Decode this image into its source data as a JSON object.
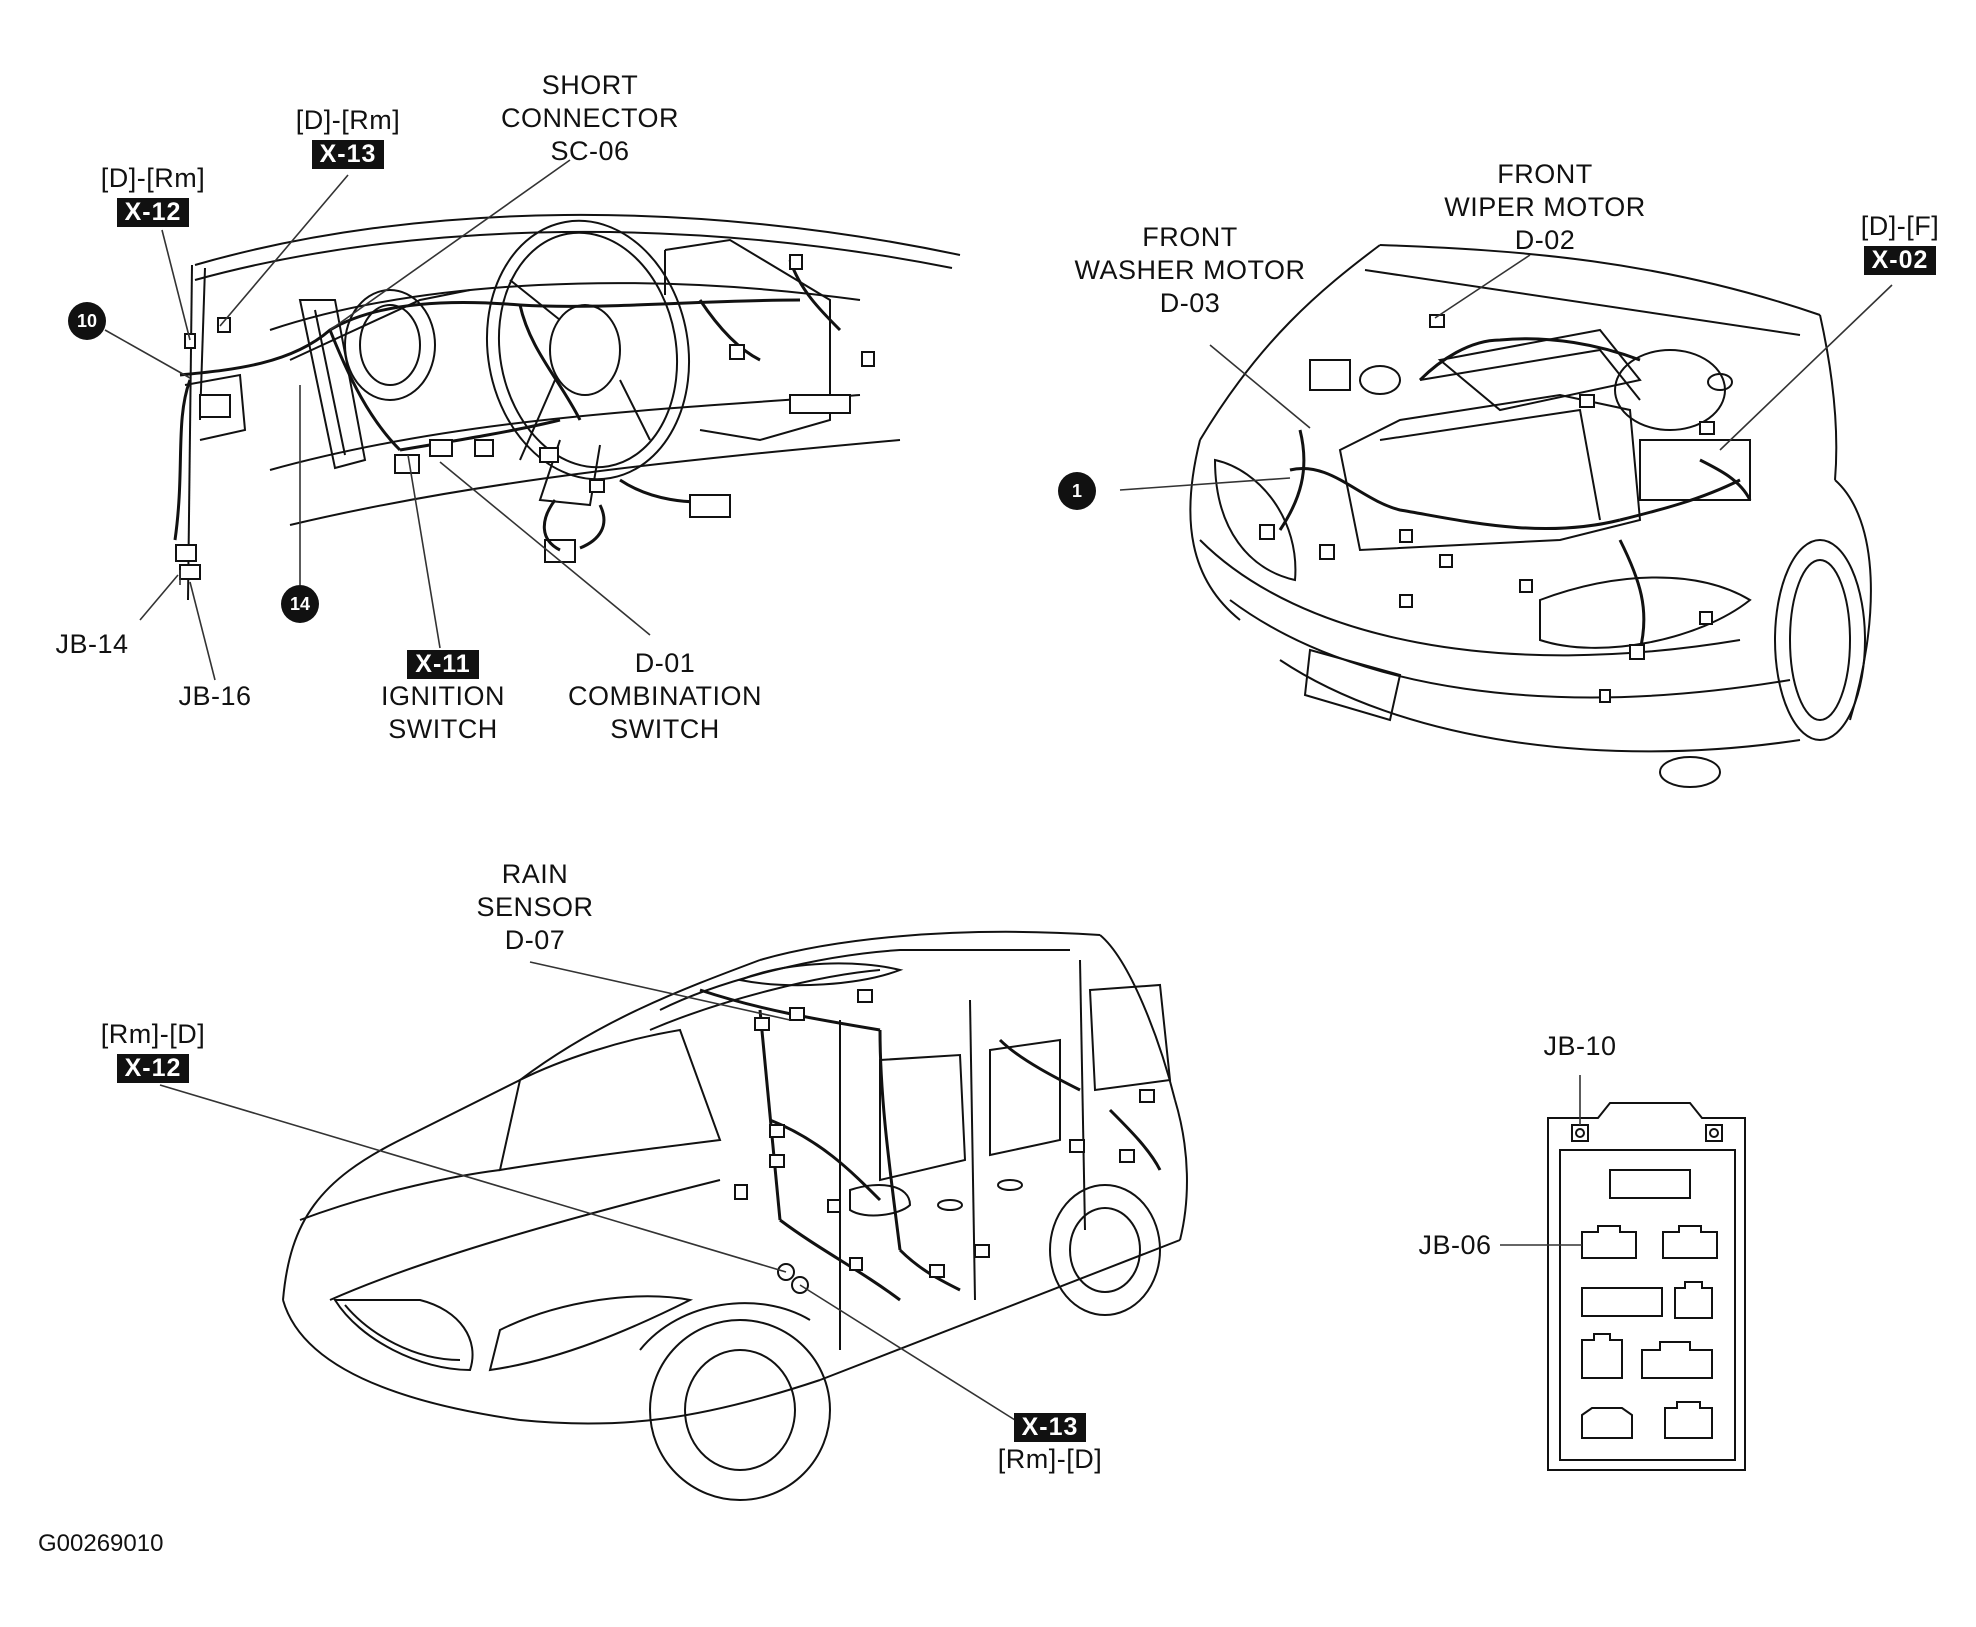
{
  "labels": {
    "x13_top_loc": "[D]-[Rm]",
    "x13_top_tag": "X-13",
    "x12_top_loc": "[D]-[Rm]",
    "x12_top_tag": "X-12",
    "short_connector_l1": "SHORT",
    "short_connector_l2": "CONNECTOR",
    "short_connector_l3": "SC-06",
    "callout_10": "10",
    "callout_14": "14",
    "callout_1": "1",
    "jb14": "JB-14",
    "jb16": "JB-16",
    "x11_tag": "X-11",
    "ignition_l1": "IGNITION",
    "ignition_l2": "SWITCH",
    "d01_l1": "D-01",
    "d01_l2": "COMBINATION",
    "d01_l3": "SWITCH",
    "washer_l1": "FRONT",
    "washer_l2": "WASHER MOTOR",
    "washer_l3": "D-03",
    "wiper_l1": "FRONT",
    "wiper_l2": "WIPER MOTOR",
    "wiper_l3": "D-02",
    "x02_loc": "[D]-[F]",
    "x02_tag": "X-02",
    "rain_l1": "RAIN",
    "rain_l2": "SENSOR",
    "rain_l3": "D-07",
    "x12_bot_loc": "[Rm]-[D]",
    "x12_bot_tag": "X-12",
    "x13_bot_tag": "X-13",
    "x13_bot_loc": "[Rm]-[D]",
    "jb10": "JB-10",
    "jb06": "JB-06",
    "figure_id": "G00269010"
  }
}
